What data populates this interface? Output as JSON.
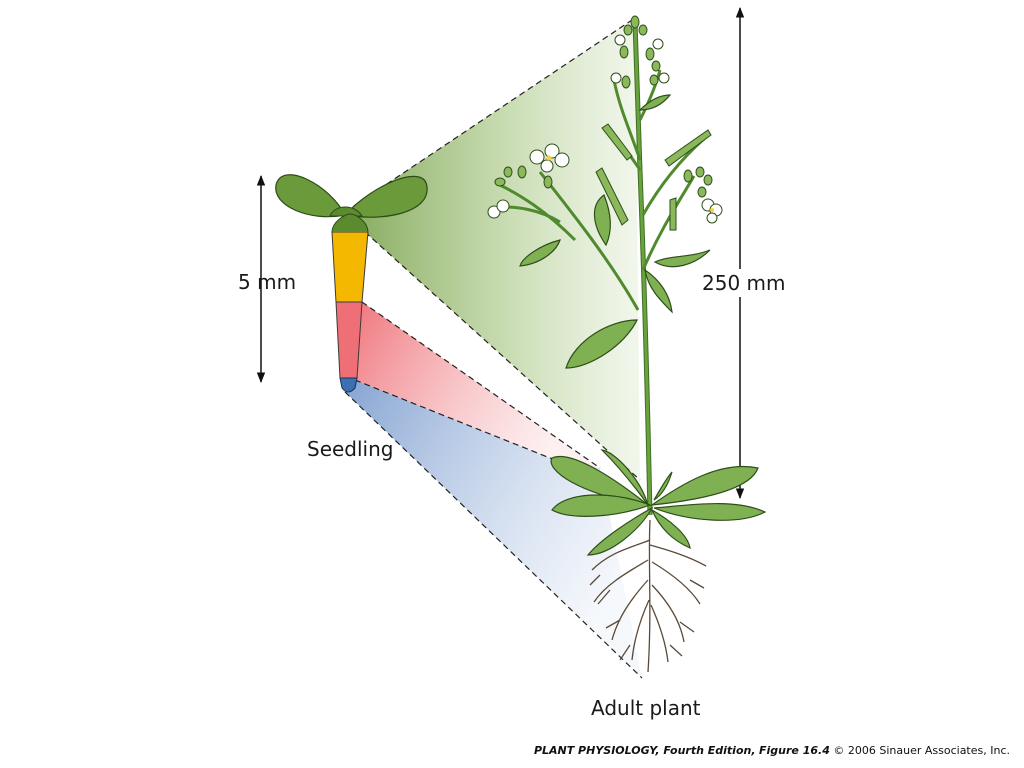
{
  "labels": {
    "seedling_height": "5 mm",
    "adult_height": "250 mm",
    "seedling": "Seedling",
    "adult_plant": "Adult plant"
  },
  "caption": {
    "book": "PLANT PHYSIOLOGY, Fourth Edition,",
    "figure": "Figure 16.4",
    "copyright": "© 2006 Sinauer Associates, Inc."
  },
  "colors": {
    "leaf_green": "#6a9a3a",
    "stem_green": "#4f8a2e",
    "hypocotyl_yellow": "#f5b800",
    "root_pink": "#ee6f76",
    "root_tip_blue": "#3d6fb3",
    "shoot_projection": "#9dbf7a",
    "root_projection": "#f28a90",
    "tip_projection": "#9db5da",
    "root_brown": "#5a4a3a"
  }
}
